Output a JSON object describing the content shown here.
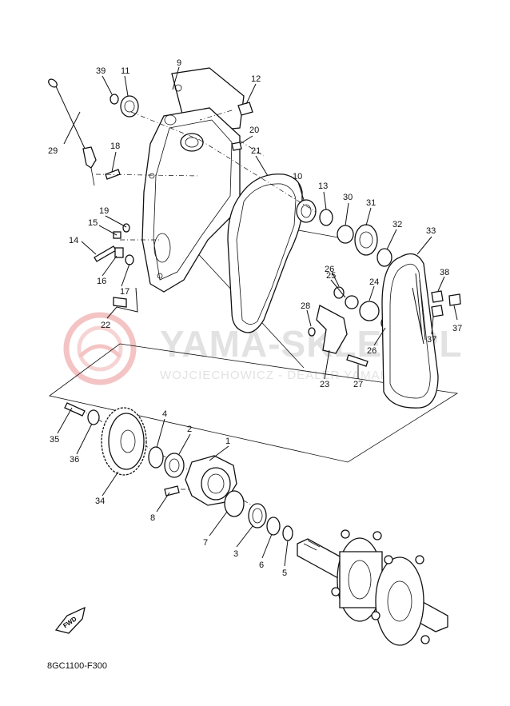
{
  "watermark": {
    "brand": "YAMA-SKLEP.PL",
    "dealer": "WOJCIECHOWICZ - DEALER YAMAHA"
  },
  "fwd_label": "FWD",
  "drawing_code": "8GC1100-F300",
  "callouts": {
    "c1": "1",
    "c2": "2",
    "c3": "3",
    "c4": "4",
    "c5": "5",
    "c6": "6",
    "c7": "7",
    "c8": "8",
    "c9": "9",
    "c10": "10",
    "c11": "11",
    "c12": "12",
    "c13": "13",
    "c14": "14",
    "c15": "15",
    "c16": "16",
    "c17": "17",
    "c18": "18",
    "c19": "19",
    "c20": "20",
    "c21": "21",
    "c22": "22",
    "c23": "23",
    "c24": "24",
    "c25": "25",
    "c26": "26",
    "c26b": "26",
    "c27": "27",
    "c28": "28",
    "c29": "29",
    "c30": "30",
    "c31": "31",
    "c32": "32",
    "c33": "33",
    "c34": "34",
    "c35": "35",
    "c36": "36",
    "c37": "37",
    "c37b": "37",
    "c38": "38",
    "c39": "39"
  }
}
